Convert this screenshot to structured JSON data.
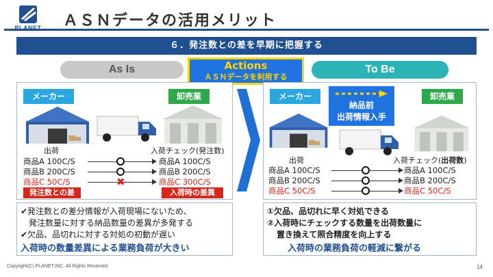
{
  "header": {
    "logo_text": "PLANET",
    "title": "ＡＳＮデータの活用メリット"
  },
  "section": {
    "banner": "６．発注数との差を早期に把握する"
  },
  "phases": {
    "as_is": "As Is",
    "to_be": "To Be",
    "actions_title": "Actions",
    "actions_sub": "ＡＳＮデータを利用する"
  },
  "as_is": {
    "maker_label": "メーカー",
    "wholesale_label": "卸売業",
    "ship_label": "出荷",
    "receive_label": "入荷チェック(発注数)",
    "ship_rows": [
      {
        "item": "商品A",
        "qty": "100C/S"
      },
      {
        "item": "商品B",
        "qty": "200C/S"
      },
      {
        "item": "商品C",
        "qty": "50C/S"
      }
    ],
    "receive_rows": [
      {
        "item": "商品A",
        "qty": "100C/S"
      },
      {
        "item": "商品B",
        "qty": "200C/S"
      },
      {
        "item": "商品C",
        "qty": "300C/S"
      }
    ],
    "diff_tag_left": "発注数との差",
    "diff_tag_right": "入荷時の差異"
  },
  "to_be": {
    "maker_label": "メーカー",
    "wholesale_label": "卸売業",
    "info_line1": "納品前",
    "info_line2": "出荷情報入手",
    "ship_label": "出荷",
    "receive_label_prefix": "入荷チェック(",
    "receive_label_bold": "出荷数",
    "receive_label_suffix": ")",
    "ship_rows": [
      {
        "item": "商品A",
        "qty": "100C/S"
      },
      {
        "item": "商品B",
        "qty": "200C/S"
      },
      {
        "item": "商品C",
        "qty": "50C/S"
      }
    ],
    "receive_rows": [
      {
        "item": "商品A",
        "qty": "100C/S"
      },
      {
        "item": "商品B",
        "qty": "200C/S"
      },
      {
        "item": "商品C",
        "qty": "50C/S"
      }
    ]
  },
  "bottom_left": {
    "line1": "✔発注数との差分情報が入荷現場にないため、",
    "line2": "発注数量に対する納品数量の差異が多発する",
    "line3": "✔欠品、品切れに対する対処の初動が遅い",
    "line4": "入荷時の数量差異による業務負荷が大きい"
  },
  "bottom_right": {
    "line1": "①欠品、品切れに早く対処できる",
    "line2": "②入荷時にチェックする数量を出荷数量に",
    "line3": "置き換えて照合精度を向上する",
    "line4": "入荷時の業務負荷の軽減に繋がる"
  },
  "footer": {
    "copyright": "Copyright(C) PLANET,INC. All Rights Reserved.",
    "page": "14"
  },
  "colors": {
    "brand": "#1f4f8f",
    "accent_blue": "#1e73e0",
    "teal": "#2bb3b8",
    "alert_red": "#d9261c",
    "maker_tag": "#2aa7e0",
    "wholesale_tag": "#2ea84a",
    "highlight_yellow": "#ffd400"
  }
}
